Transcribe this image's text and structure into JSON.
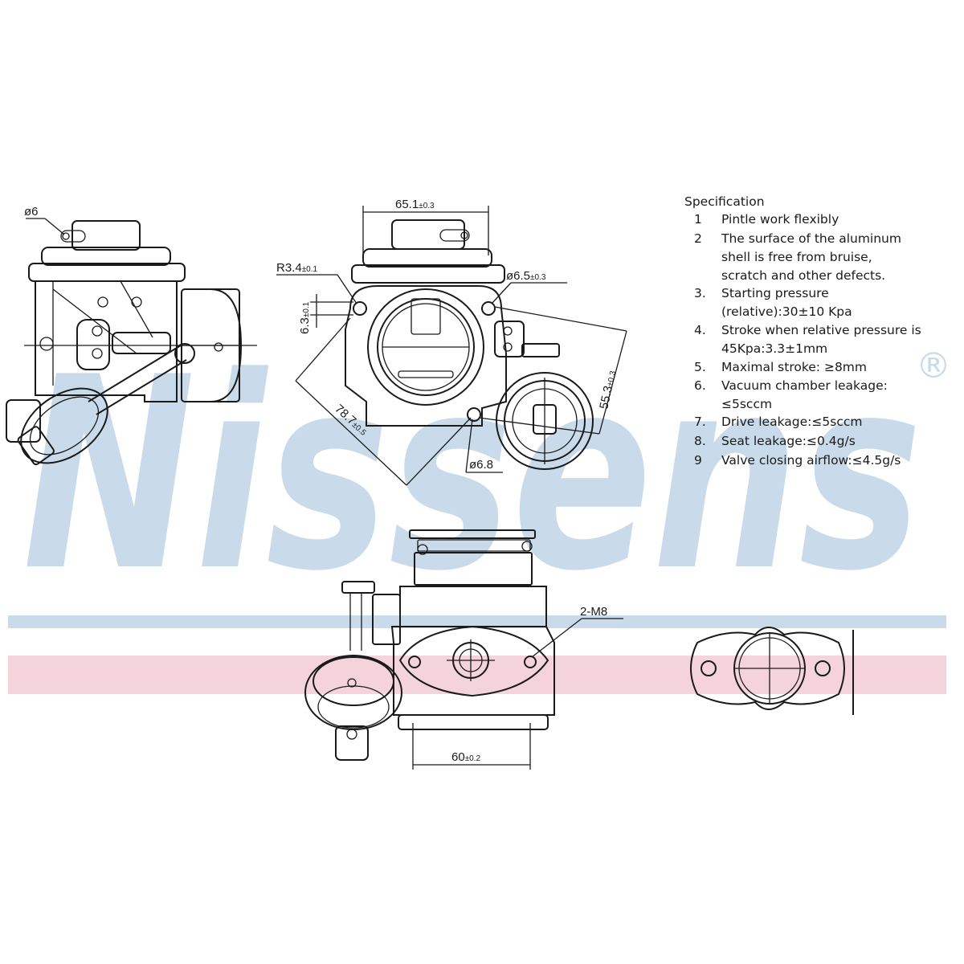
{
  "watermark": {
    "brand": "Nissens",
    "registered_mark": "®",
    "colors": {
      "logo": "#c9dbea",
      "blue_band": "#c9dbea",
      "pink_band": "#f5d3db"
    }
  },
  "dimensions": {
    "left_view_bolt": "ø6",
    "width": "65.1",
    "width_tol": "±0.3",
    "radius": "R3.4",
    "radius_tol": "±0.1",
    "hole_dia": "ø6.5",
    "hole_dia_tol": "±0.3",
    "offset": "6.3",
    "offset_tol": "±0.1",
    "span_diag": "78.7",
    "span_diag_tol": "±0.5",
    "span_right": "55.3",
    "span_right_tol": "±0.3",
    "pin_dia": "ø6.8",
    "thread": "2-M8",
    "flange_width": "60",
    "flange_width_tol": "±0.2"
  },
  "specification": {
    "title": "Specification",
    "items": [
      {
        "num": "1",
        "lines": [
          "Pintle work flexibly"
        ]
      },
      {
        "num": "2",
        "lines": [
          "The surface of the aluminum",
          "shell is free from bruise,",
          "scratch and other defects."
        ]
      },
      {
        "num": "3.",
        "lines": [
          "Starting pressure",
          "(relative):30±10 Kpa"
        ]
      },
      {
        "num": "4.",
        "lines": [
          "Stroke when relative pressure is",
          "45Kpa:3.3±1mm"
        ]
      },
      {
        "num": "5.",
        "lines": [
          "Maximal stroke: ≥8mm"
        ]
      },
      {
        "num": "6.",
        "lines": [
          "Vacuum chamber leakage:",
          "≤5sccm"
        ]
      },
      {
        "num": "7.",
        "lines": [
          "Drive leakage:≤5sccm"
        ]
      },
      {
        "num": "8.",
        "lines": [
          "Seat leakage:≤0.4g/s"
        ]
      },
      {
        "num": "9",
        "lines": [
          "Valve closing airflow:≤4.5g/s"
        ]
      }
    ]
  }
}
